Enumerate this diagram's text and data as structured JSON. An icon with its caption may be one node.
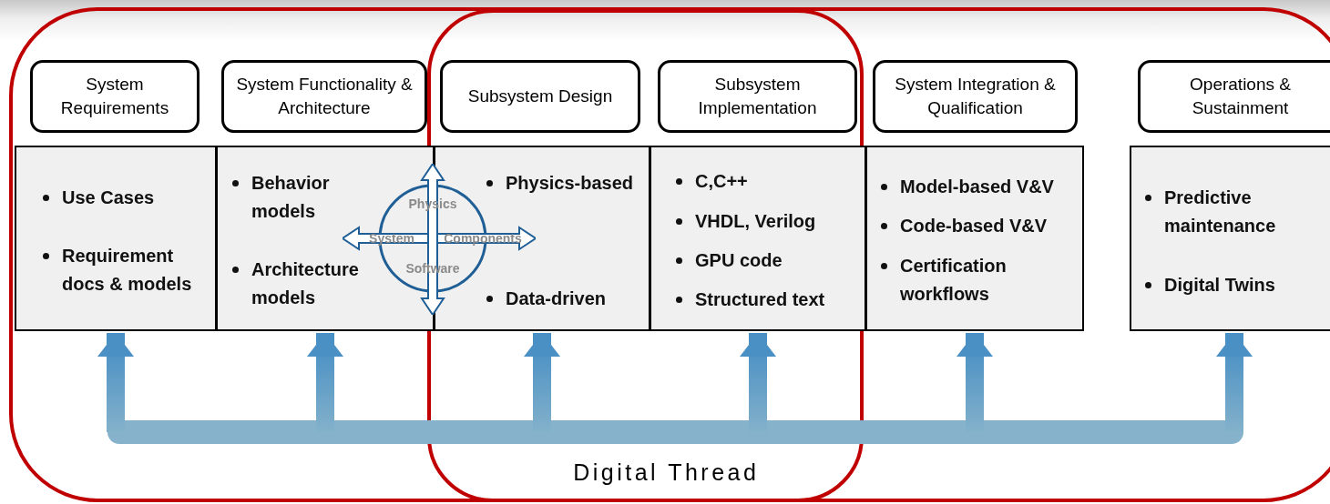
{
  "diagram": {
    "nodes": [
      {
        "text": [
          "System Requirements"
        ]
      },
      {
        "text": [
          "System Functionality & Architecture"
        ]
      },
      {
        "text": [
          "Subsystem Design"
        ]
      },
      {
        "text": [
          "Subsystem Implementation"
        ]
      },
      {
        "text": [
          "System Integration & Qualification"
        ]
      },
      {
        "text": [
          "Operations & Sustainment"
        ]
      },
      {
        "text": [
          "Use Cases",
          "Requirement docs & models"
        ]
      },
      {
        "text": [
          "Behavior models",
          "Architecture models"
        ]
      },
      {
        "text": [
          "Physics-based",
          "Data-driven"
        ]
      },
      {
        "text": [
          "C,C++",
          "VHDL, Verilog",
          "GPU code",
          "Structured text"
        ]
      },
      {
        "text": [
          "Model-based V&V",
          "Code-based V&V",
          "Certification workflows"
        ]
      },
      {
        "text": [
          "Predictive maintenance",
          "Digital Twins"
        ]
      },
      {
        "text": [
          "Physics",
          "System",
          "Components",
          "Software"
        ]
      },
      {
        "text": [
          "Digital Thread"
        ]
      }
    ],
    "edges": [
      {
        "from": 13,
        "to": 6,
        "arrow": "to"
      },
      {
        "from": 13,
        "to": 7,
        "arrow": "to"
      },
      {
        "from": 13,
        "to": 8,
        "arrow": "to"
      },
      {
        "from": 13,
        "to": 9,
        "arrow": "to"
      },
      {
        "from": 13,
        "to": 10,
        "arrow": "to"
      },
      {
        "from": 13,
        "to": 11,
        "arrow": "to"
      }
    ]
  }
}
